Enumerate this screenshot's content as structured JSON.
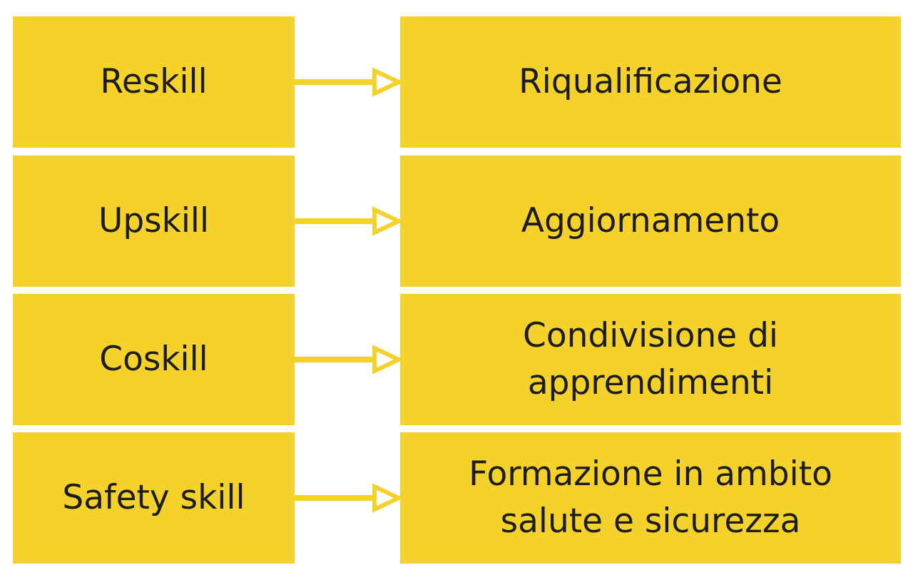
{
  "colors": {
    "box_fill": "#f4d12b",
    "arrow": "#f4d12b",
    "text": "#1c1c1c",
    "background": "#ffffff"
  },
  "rows": [
    {
      "term": "Reskill",
      "meaning": "Riqualificazione"
    },
    {
      "term": "Upskill",
      "meaning": "Aggiornamento"
    },
    {
      "term": "Coskill",
      "meaning": "Condivisione di\napprendimenti"
    },
    {
      "term": "Safety skill",
      "meaning": "Formazione in ambito\nsalute e sicurezza"
    }
  ]
}
